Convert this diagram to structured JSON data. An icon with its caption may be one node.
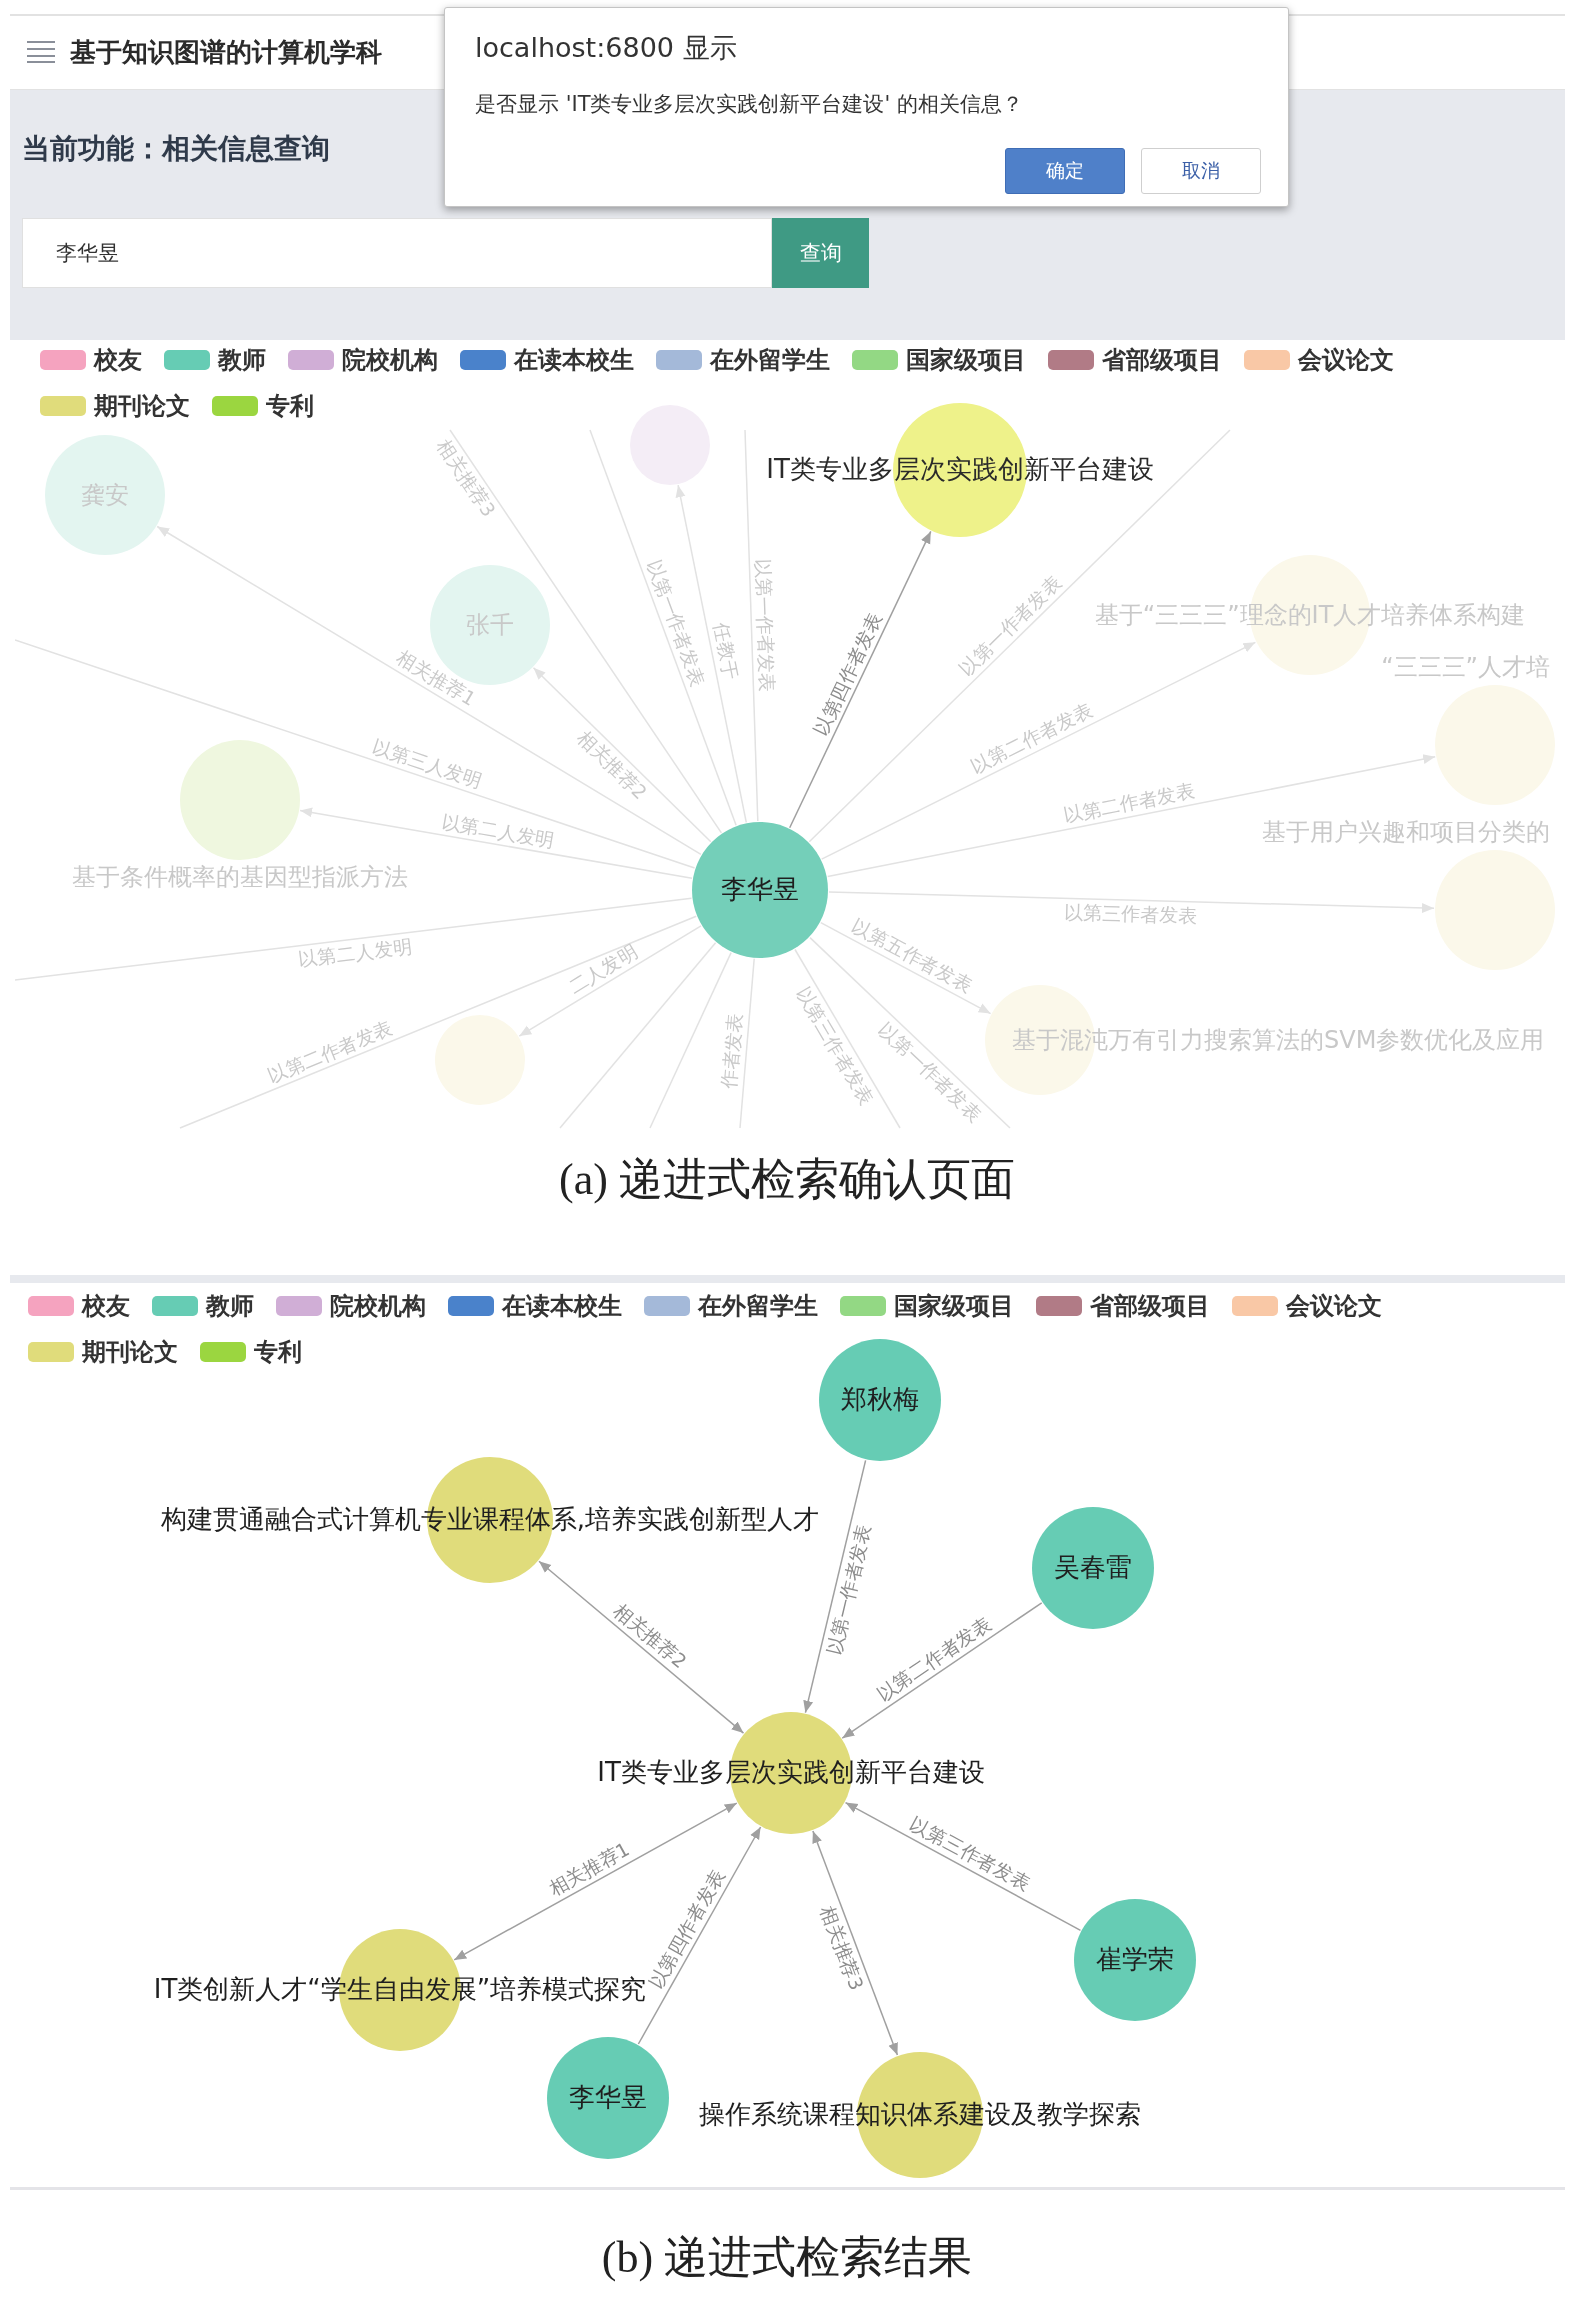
{
  "diagram": {
    "nodes": [
      {
        "text": [
          "IT类专业多层次实践创新平台建设"
        ]
      },
      {
        "text": [
          "龚安"
        ]
      },
      {
        "text": [],
        "shape": "circle"
      },
      {
        "text": [
          "张千"
        ]
      },
      {
        "text": [
          "基于“三三三”理念的IT人才培养体系构建"
        ]
      },
      {
        "text": [
          "“三三三”人才培"
        ]
      },
      {
        "text": [
          "基于条件概率的基因型指派方法"
        ]
      },
      {
        "text": [
          "李华昱"
        ]
      },
      {
        "text": [
          "基于用户兴趣和项目分类的"
        ]
      },
      {
        "text": [
          "基于混沌万有引力搜索算法的SVM参数优化及应用"
        ]
      },
      {
        "text": [],
        "shape": "circle"
      },
      {
        "text": [
          "郑秋梅"
        ]
      },
      {
        "text": [
          "构建贯通融合式计算机专业课程体系,培养实践创新型人才"
        ]
      },
      {
        "text": [
          "吴春雷"
        ]
      },
      {
        "text": [
          "IT类专业多层次实践创新平台建设"
        ]
      },
      {
        "text": [
          "IT类创新人才“学生自由发展”培养模式探究"
        ]
      },
      {
        "text": [
          "崔学荣"
        ]
      },
      {
        "text": [
          "李华昱"
        ]
      },
      {
        "text": [
          "操作系统课程知识体系建设及教学探索"
        ]
      }
    ],
    "edges": [
      {
        "from": 7,
        "to": 0,
        "arrow": "to",
        "label": "以第四作者发表",
        "color": "#a0a0a0"
      },
      {
        "from": 7,
        "to": 1,
        "arrow": "to",
        "label": "相关推荐1"
      },
      {
        "from": 7,
        "to": 3,
        "arrow": "to",
        "label": "相关推荐2"
      },
      {
        "from": 7,
        "to": null,
        "arrow": "none",
        "label": "相关推荐3"
      },
      {
        "from": 7,
        "to": null,
        "arrow": "none",
        "label": "以第一作者发表"
      },
      {
        "from": 7,
        "to": 2,
        "arrow": "to",
        "label": "任教于"
      },
      {
        "from": 7,
        "to": null,
        "arrow": "none",
        "label": "以第一作者发表"
      },
      {
        "from": 7,
        "to": null,
        "arrow": "none",
        "label": "以第一作者发表"
      },
      {
        "from": 7,
        "to": 4,
        "arrow": "to",
        "label": "以第二作者发表"
      },
      {
        "from": 7,
        "to": 5,
        "arrow": "to",
        "label": "以第二作者发表"
      },
      {
        "from": 7,
        "to": 8,
        "arrow": "to",
        "label": "以第三作者发表"
      },
      {
        "from": 7,
        "to": 9,
        "arrow": "to",
        "label": "以第五作者发表"
      },
      {
        "from": 7,
        "to": null,
        "arrow": "none",
        "label": "以第一作者发表"
      },
      {
        "from": 7,
        "to": null,
        "arrow": "none",
        "label": "以第三作者发表"
      },
      {
        "from": 7,
        "to": null,
        "arrow": "none",
        "label": "以第三人发明"
      },
      {
        "from": 7,
        "to": 6,
        "arrow": "to",
        "label": "以第二人发明"
      },
      {
        "from": 7,
        "to": null,
        "arrow": "none",
        "label": "以第二人发明"
      },
      {
        "from": 7,
        "to": null,
        "arrow": "none",
        "label": "以第二作者发表"
      },
      {
        "from": 7,
        "to": 10,
        "arrow": "to",
        "label": "二人发明"
      },
      {
        "from": 7,
        "to": null,
        "arrow": "none",
        "label": "作者发表"
      },
      {
        "from": 7,
        "to": null,
        "arrow": "none"
      },
      {
        "from": 7,
        "to": null,
        "arrow": "none"
      },
      {
        "from": 11,
        "to": 14,
        "arrow": "to",
        "label": "以第一作者发表",
        "color": "#a0a0a0"
      },
      {
        "from": 14,
        "to": 12,
        "arrow": "both",
        "label": "相关推荐2",
        "color": "#a0a0a0"
      },
      {
        "from": 13,
        "to": 14,
        "arrow": "to",
        "label": "以第二作者发表",
        "color": "#a0a0a0"
      },
      {
        "from": 14,
        "to": 15,
        "arrow": "both",
        "label": "相关推荐1",
        "color": "#a0a0a0"
      },
      {
        "from": 16,
        "to": 14,
        "arrow": "to",
        "label": "以第三作者发表",
        "color": "#a0a0a0"
      },
      {
        "from": 17,
        "to": 14,
        "arrow": "to",
        "label": "以第四作者发表",
        "color": "#a0a0a0"
      },
      {
        "from": 14,
        "to": 18,
        "arrow": "both",
        "label": "相关推荐3",
        "color": "#a0a0a0"
      }
    ],
    "labels": [
      "基于知识图谱的计算机学科",
      "localhost:6800 显示",
      "是否显示 'IT类专业多层次实践创新平台建设' 的相关信息？",
      "确定",
      "取消",
      "当前功能：相关信息查询",
      "李华昱",
      "查询",
      "(a) 递进式检索确认页面",
      "(b) 递进式检索结果"
    ],
    "legend": [
      {
        "text": "校友",
        "color": "#f5a3bf"
      },
      {
        "text": "教师",
        "color": "#66ccb4"
      },
      {
        "text": "院校机构",
        "color": "#d0aed6"
      },
      {
        "text": "在读本校生",
        "color": "#4a82cb"
      },
      {
        "text": "在外留学生",
        "color": "#a4b9d9"
      },
      {
        "text": "国家级项目",
        "color": "#93d884"
      },
      {
        "text": "省部级项目",
        "color": "#b17b86"
      },
      {
        "text": "会议论文",
        "color": "#f9c8a6"
      },
      {
        "text": "期刊论文",
        "color": "#e0dc7b"
      },
      {
        "text": "专利",
        "color": "#9bd640"
      },
      {
        "text": "校友",
        "color": "#f5a3bf"
      },
      {
        "text": "教师",
        "color": "#66ccb4"
      },
      {
        "text": "院校机构",
        "color": "#d0aed6"
      },
      {
        "text": "在读本校生",
        "color": "#4a82cb"
      },
      {
        "text": "在外留学生",
        "color": "#a4b9d9"
      },
      {
        "text": "国家级项目",
        "color": "#93d884"
      },
      {
        "text": "省部级项目",
        "color": "#b17b86"
      },
      {
        "text": "会议论文",
        "color": "#f9c8a6"
      },
      {
        "text": "期刊论文",
        "color": "#e0dc7b"
      },
      {
        "text": "专利",
        "color": "#9bd640"
      }
    ]
  }
}
